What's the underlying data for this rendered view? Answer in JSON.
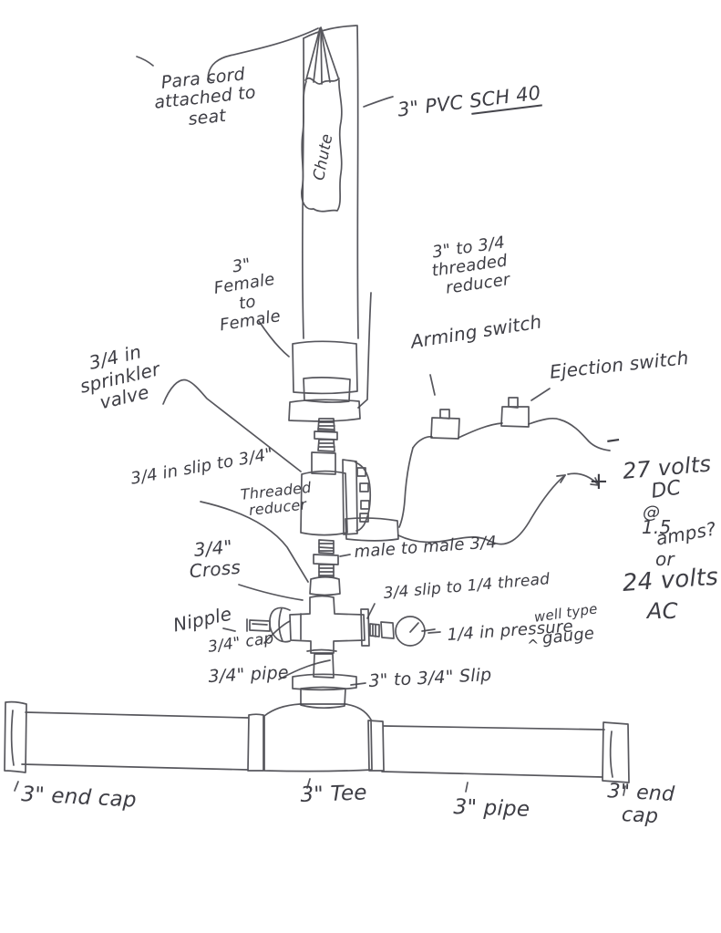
{
  "style_data": {
    "ink_color": "#45454c",
    "paper_color": "#ffffff"
  },
  "labels": {
    "para_cord": "Para cord\nattached to\nseat",
    "pvc_pipe": "3\" PVC",
    "pvc_sch": "SCH 40",
    "chute": "Chute",
    "female_to_female": "3\" Female\nto\nFemale",
    "reducer_3_to_34": "3\" to 3/4 threaded\nreducer",
    "arming_switch": "Arming switch",
    "ejection_switch": "Ejection switch",
    "sprinkler_valve": "3/4 in\nsprinkler\nvalve",
    "slip_to_34": "3/4 in slip to 3/4\"",
    "threaded_reducer": "Threaded\nreducer",
    "male_to_male": "male to male 3/4",
    "cross": "3/4\"\nCross",
    "slip_to_14": "3/4 slip to 1/4 thread",
    "nipple": "Nipple",
    "cap_34": "3/4\" cap",
    "pressure": "1/4 in pressure",
    "well_type": "well type",
    "gauge": "gauge",
    "caret": "^",
    "pipe_34": "3/4\" pipe",
    "slip_3_to_34": "3\" to 3/4\" Slip",
    "end_cap_left": "3\" end cap",
    "tee": "3\" Tee",
    "pipe_3": "3\" pipe",
    "end_cap_right": "3\" end\ncap",
    "plus": "+",
    "minus": "–",
    "power_lines": [
      "27 volts",
      "DC",
      "@",
      "1.5",
      "amps?",
      "or",
      "24 volts",
      "AC"
    ]
  }
}
